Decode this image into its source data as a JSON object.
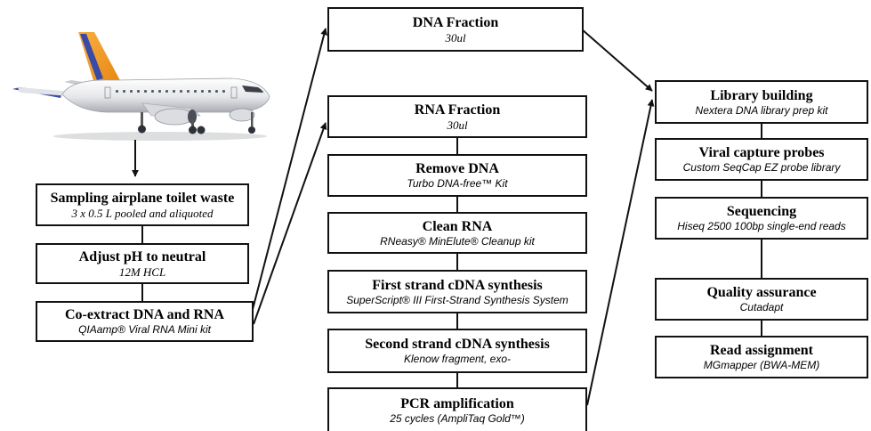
{
  "boxes": {
    "sampling": {
      "title": "Sampling airplane toilet waste",
      "sub": "3 x 0.5 L pooled and aliquoted"
    },
    "adjust_ph": {
      "title": "Adjust pH to neutral",
      "sub": "12M HCL"
    },
    "coextract": {
      "title": "Co-extract DNA and RNA",
      "sub": "QIAamp® Viral RNA Mini kit"
    },
    "dna_fraction": {
      "title": "DNA Fraction",
      "sub": "30ul"
    },
    "rna_fraction": {
      "title": "RNA Fraction",
      "sub": "30ul"
    },
    "remove_dna": {
      "title": "Remove DNA",
      "sub": "Turbo DNA-free™ Kit"
    },
    "clean_rna": {
      "title": "Clean RNA",
      "sub": "RNeasy® MinElute® Cleanup kit"
    },
    "first_strand": {
      "title": "First strand cDNA synthesis",
      "sub": "SuperScript® III First-Strand Synthesis System"
    },
    "second_strand": {
      "title": "Second strand cDNA synthesis",
      "sub": "Klenow fragment, exo-"
    },
    "pcr": {
      "title": "PCR amplification",
      "sub": "25 cycles (AmpliTaq Gold™)"
    },
    "library": {
      "title": "Library building",
      "sub": "Nextera DNA library prep kit"
    },
    "capture": {
      "title": "Viral capture probes",
      "sub": "Custom SeqCap EZ probe library"
    },
    "sequencing": {
      "title": "Sequencing",
      "sub": "Hiseq 2500 100bp single-end reads"
    },
    "qa": {
      "title": "Quality assurance",
      "sub": "Cutadapt"
    },
    "assignment": {
      "title": "Read assignment",
      "sub": "MGmapper (BWA-MEM)"
    }
  },
  "colors": {
    "plane_body": "#e9eaec",
    "plane_tail": "#f39a1e",
    "plane_stripe": "#3a4aa8",
    "stroke": "#111111"
  },
  "icons": [
    "airplane-icon"
  ]
}
